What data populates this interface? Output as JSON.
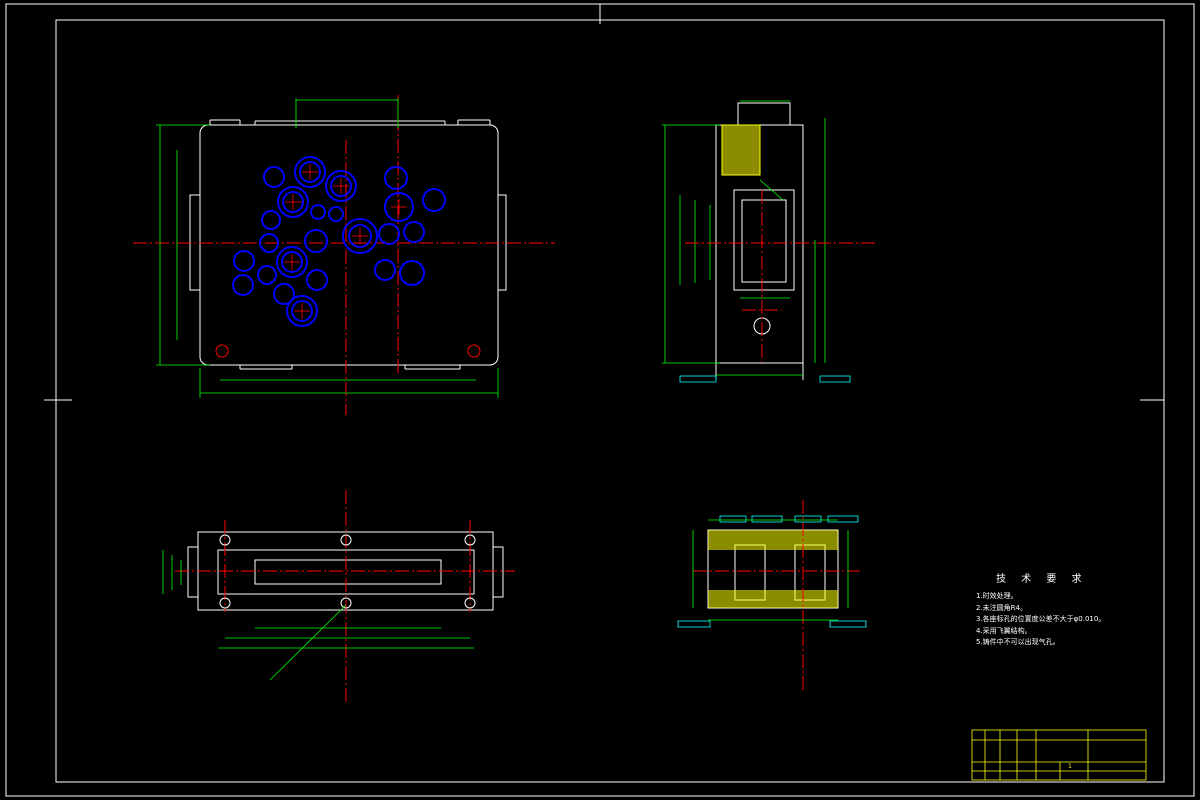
{
  "technical_requirements": {
    "title": "技 术 要 求",
    "items": [
      "1.时效处理。",
      "2.未注圆角R4。",
      "3.各座标孔的位置度公差不大于φ0.010。",
      "4.采用飞翼结构。",
      "5.铸件中不可以出现气孔。"
    ]
  },
  "title_block": {
    "sheet_number": "1"
  },
  "colors": {
    "background": "#000000",
    "frame": "#ffffff",
    "outline": "#ffffff",
    "dimension": "#00ff00",
    "center_line": "#ff0000",
    "hole": "#0000ff",
    "hatch": "#ffff00",
    "annotation": "#00ffff",
    "title_block": "#ffff00"
  }
}
